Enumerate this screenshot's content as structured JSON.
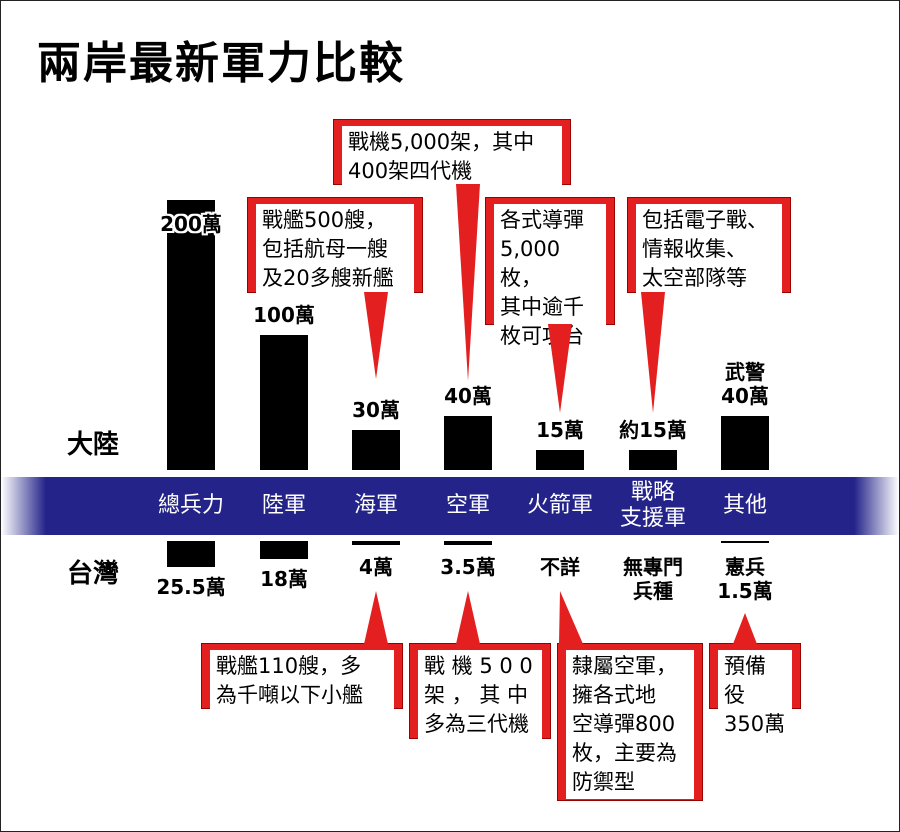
{
  "title": "兩岸最新軍力比較",
  "labels": {
    "mainland": "大陸",
    "taiwan": "台灣"
  },
  "categories": [
    "總兵力",
    "陸軍",
    "海軍",
    "空軍",
    "火箭軍",
    "戰略\n支援軍",
    "其他"
  ],
  "chart_data": {
    "type": "bar",
    "title": "兩岸最新軍力比較",
    "unit": "萬",
    "categories": [
      "總兵力",
      "陸軍",
      "海軍",
      "空軍",
      "火箭軍",
      "戰略支援軍",
      "其他"
    ],
    "series": [
      {
        "name": "大陸",
        "values": [
          200,
          100,
          30,
          40,
          15,
          15,
          40
        ],
        "labels": [
          "200萬",
          "100萬",
          "30萬",
          "40萬",
          "15萬",
          "約15萬",
          "武警\n40萬"
        ]
      },
      {
        "name": "台灣",
        "values": [
          25.5,
          18,
          4,
          3.5,
          null,
          null,
          1.5
        ],
        "labels": [
          "25.5萬",
          "18萬",
          "4萬",
          "3.5萬",
          "不詳",
          "無專門\n兵種",
          "憲兵\n1.5萬"
        ]
      }
    ],
    "ylim_mainland": [
      0,
      200
    ]
  },
  "callouts_mainland": [
    {
      "category": 2,
      "text": "戰艦500艘，\n包括航母一艘\n及20多艘新艦"
    },
    {
      "category": 3,
      "text": "戰機5,000架，其中\n400架四代機"
    },
    {
      "category": 4,
      "text": "各式導彈\n5,000枚，\n其中逾千\n枚可攻台"
    },
    {
      "category": 5,
      "text": "包括電子戰、\n情報收集、\n太空部隊等"
    }
  ],
  "callouts_taiwan": [
    {
      "category": 2,
      "text": "戰艦110艘，多\n為千噸以下小艦"
    },
    {
      "category": 3,
      "text": "戰 機 5 0 0\n架 ， 其 中\n多為三代機"
    },
    {
      "category": 4,
      "text": "隸屬空軍，\n擁各式地\n空導彈800\n枚，主要為\n防禦型"
    },
    {
      "category": 6,
      "text": "預備役\n350萬"
    }
  ],
  "colors": {
    "band": "#23238a",
    "callout": "#e41f1f",
    "bar": "#000000"
  }
}
